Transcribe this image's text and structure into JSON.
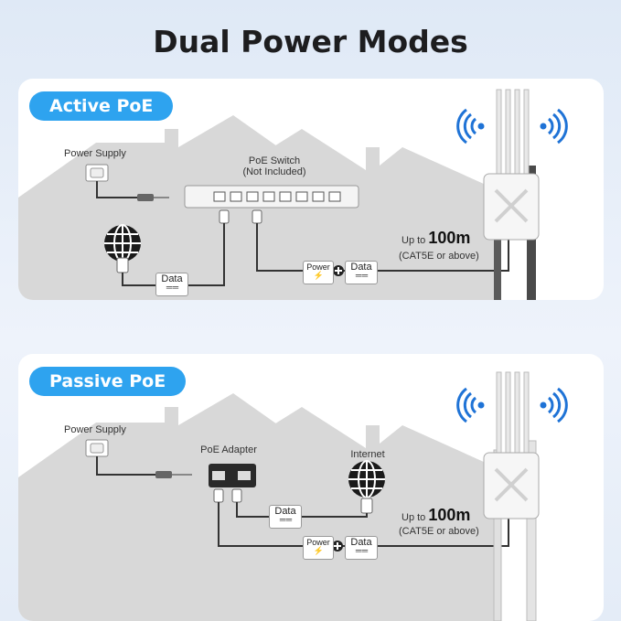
{
  "title": "Dual Power Modes",
  "active": {
    "heading": "Active PoE",
    "power_supply": "Power Supply",
    "switch_name": "PoE Switch",
    "switch_note": "(Not Included)",
    "data_label": "Data",
    "power_label": "Power",
    "power_data_label": "Data",
    "range_prefix": "Up to",
    "range_value": "100m",
    "range_cable": "(CAT5E or above)"
  },
  "passive": {
    "heading": "Passive PoE",
    "power_supply": "Power Supply",
    "adapter_name": "PoE Adapter",
    "internet": "Internet",
    "data_label": "Data",
    "power_label": "Power",
    "power_data_label": "Data",
    "range_prefix": "Up to",
    "range_value": "100m",
    "range_cable": "(CAT5E or above)"
  },
  "colors": {
    "accent": "#2ea3ef",
    "house": "#d7d7d7",
    "cable": "#333333",
    "wifi": "#1f73d6"
  }
}
